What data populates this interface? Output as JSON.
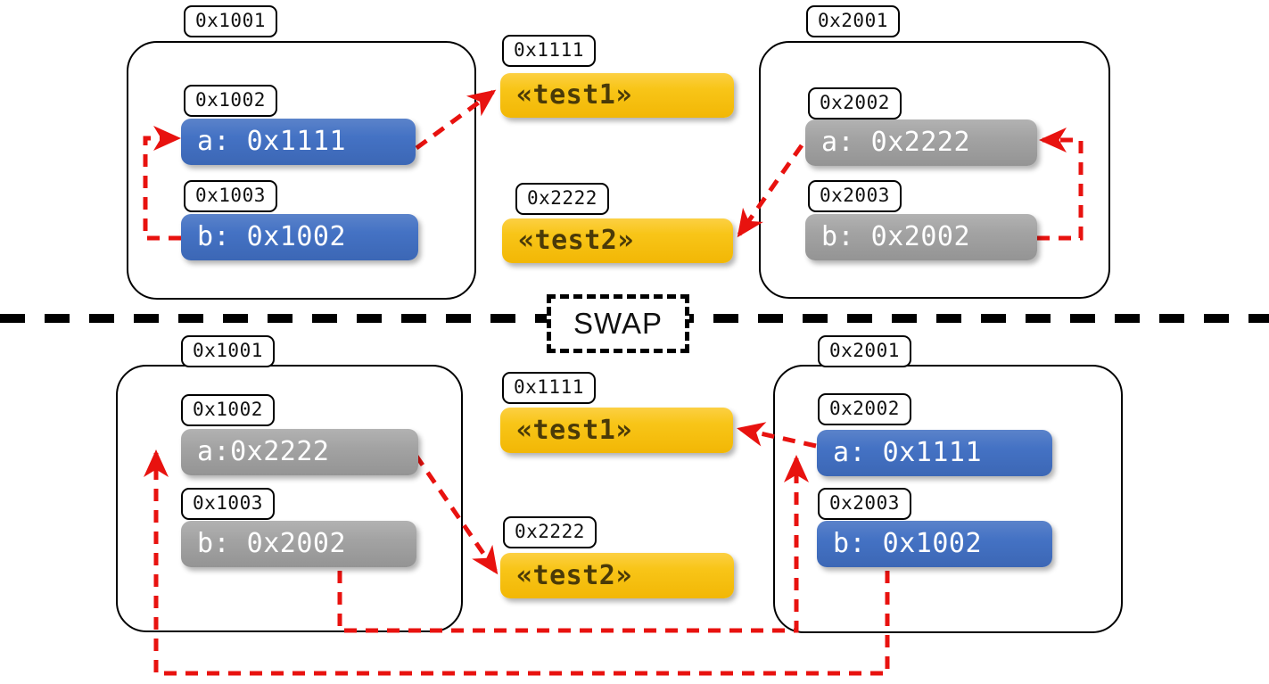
{
  "diagram": {
    "title": "Pointer swap before/after memory diagram",
    "divider_label": "SWAP",
    "colors": {
      "blue": "#4472c4",
      "gray": "#a3a3a3",
      "yellow": "#f8c518",
      "arrow": "#e8120f",
      "outline": "#000000",
      "background": "#ffffff"
    }
  },
  "before": {
    "left_scope": {
      "address": "0x1001",
      "slots": [
        {
          "address": "0x1002",
          "value": "a: 0x1111",
          "color": "blue"
        },
        {
          "address": "0x1003",
          "value": "b: 0x1002",
          "color": "blue"
        }
      ]
    },
    "heap": [
      {
        "address": "0x1111",
        "value": "«test1»",
        "color": "yellow"
      },
      {
        "address": "0x2222",
        "value": "«test2»",
        "color": "yellow"
      }
    ],
    "right_scope": {
      "address": "0x2001",
      "slots": [
        {
          "address": "0x2002",
          "value": "a: 0x2222",
          "color": "gray"
        },
        {
          "address": "0x2003",
          "value": "b: 0x2002",
          "color": "gray"
        }
      ]
    }
  },
  "after": {
    "left_scope": {
      "address": "0x1001",
      "slots": [
        {
          "address": "0x1002",
          "value": "a:0x2222",
          "color": "gray"
        },
        {
          "address": "0x1003",
          "value": "b: 0x2002",
          "color": "gray"
        }
      ]
    },
    "heap": [
      {
        "address": "0x1111",
        "value": "«test1»",
        "color": "yellow"
      },
      {
        "address": "0x2222",
        "value": "«test2»",
        "color": "yellow"
      }
    ],
    "right_scope": {
      "address": "0x2001",
      "slots": [
        {
          "address": "0x2002",
          "value": "a: 0x1111",
          "color": "blue"
        },
        {
          "address": "0x2003",
          "value": "b: 0x1002",
          "color": "blue"
        }
      ]
    }
  }
}
